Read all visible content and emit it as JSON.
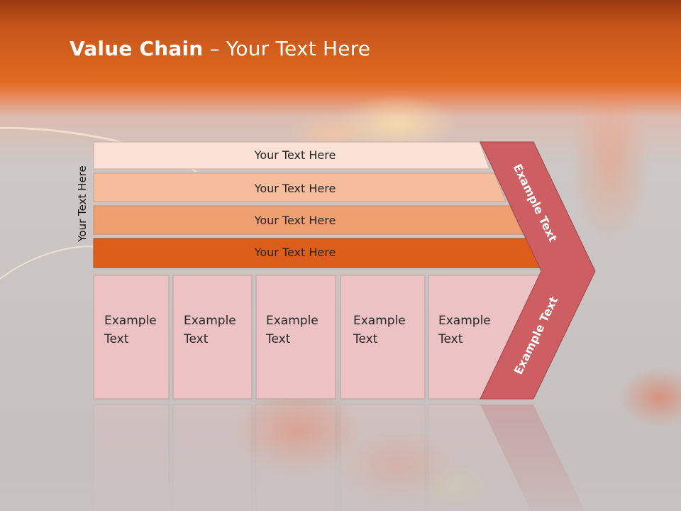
{
  "slide": {
    "title_bold": "Value Chain",
    "title_rest": " – Your Text Here",
    "side_label": "Your Text Here"
  },
  "bars": [
    {
      "label": "Your Text Here",
      "color": "#fbe1d6"
    },
    {
      "label": "Your Text Here",
      "color": "#f5bd9c"
    },
    {
      "label": "Your Text Here",
      "color": "#f0a070"
    },
    {
      "label": "Your Text Here",
      "color": "#dd5d1b"
    }
  ],
  "boxes": [
    {
      "line1": "Example",
      "line2": "Text"
    },
    {
      "line1": "Example",
      "line2": "Text"
    },
    {
      "line1": "Example",
      "line2": "Text"
    },
    {
      "line1": "Example",
      "line2": "Text"
    },
    {
      "line1": "Example",
      "line2": "Text"
    }
  ],
  "chevron": {
    "upper_label": "Example Text",
    "lower_label": "Example Text",
    "color": "#cd5f63"
  },
  "colors": {
    "box_fill": "#ecc2c4",
    "header": "#e06a1f"
  }
}
